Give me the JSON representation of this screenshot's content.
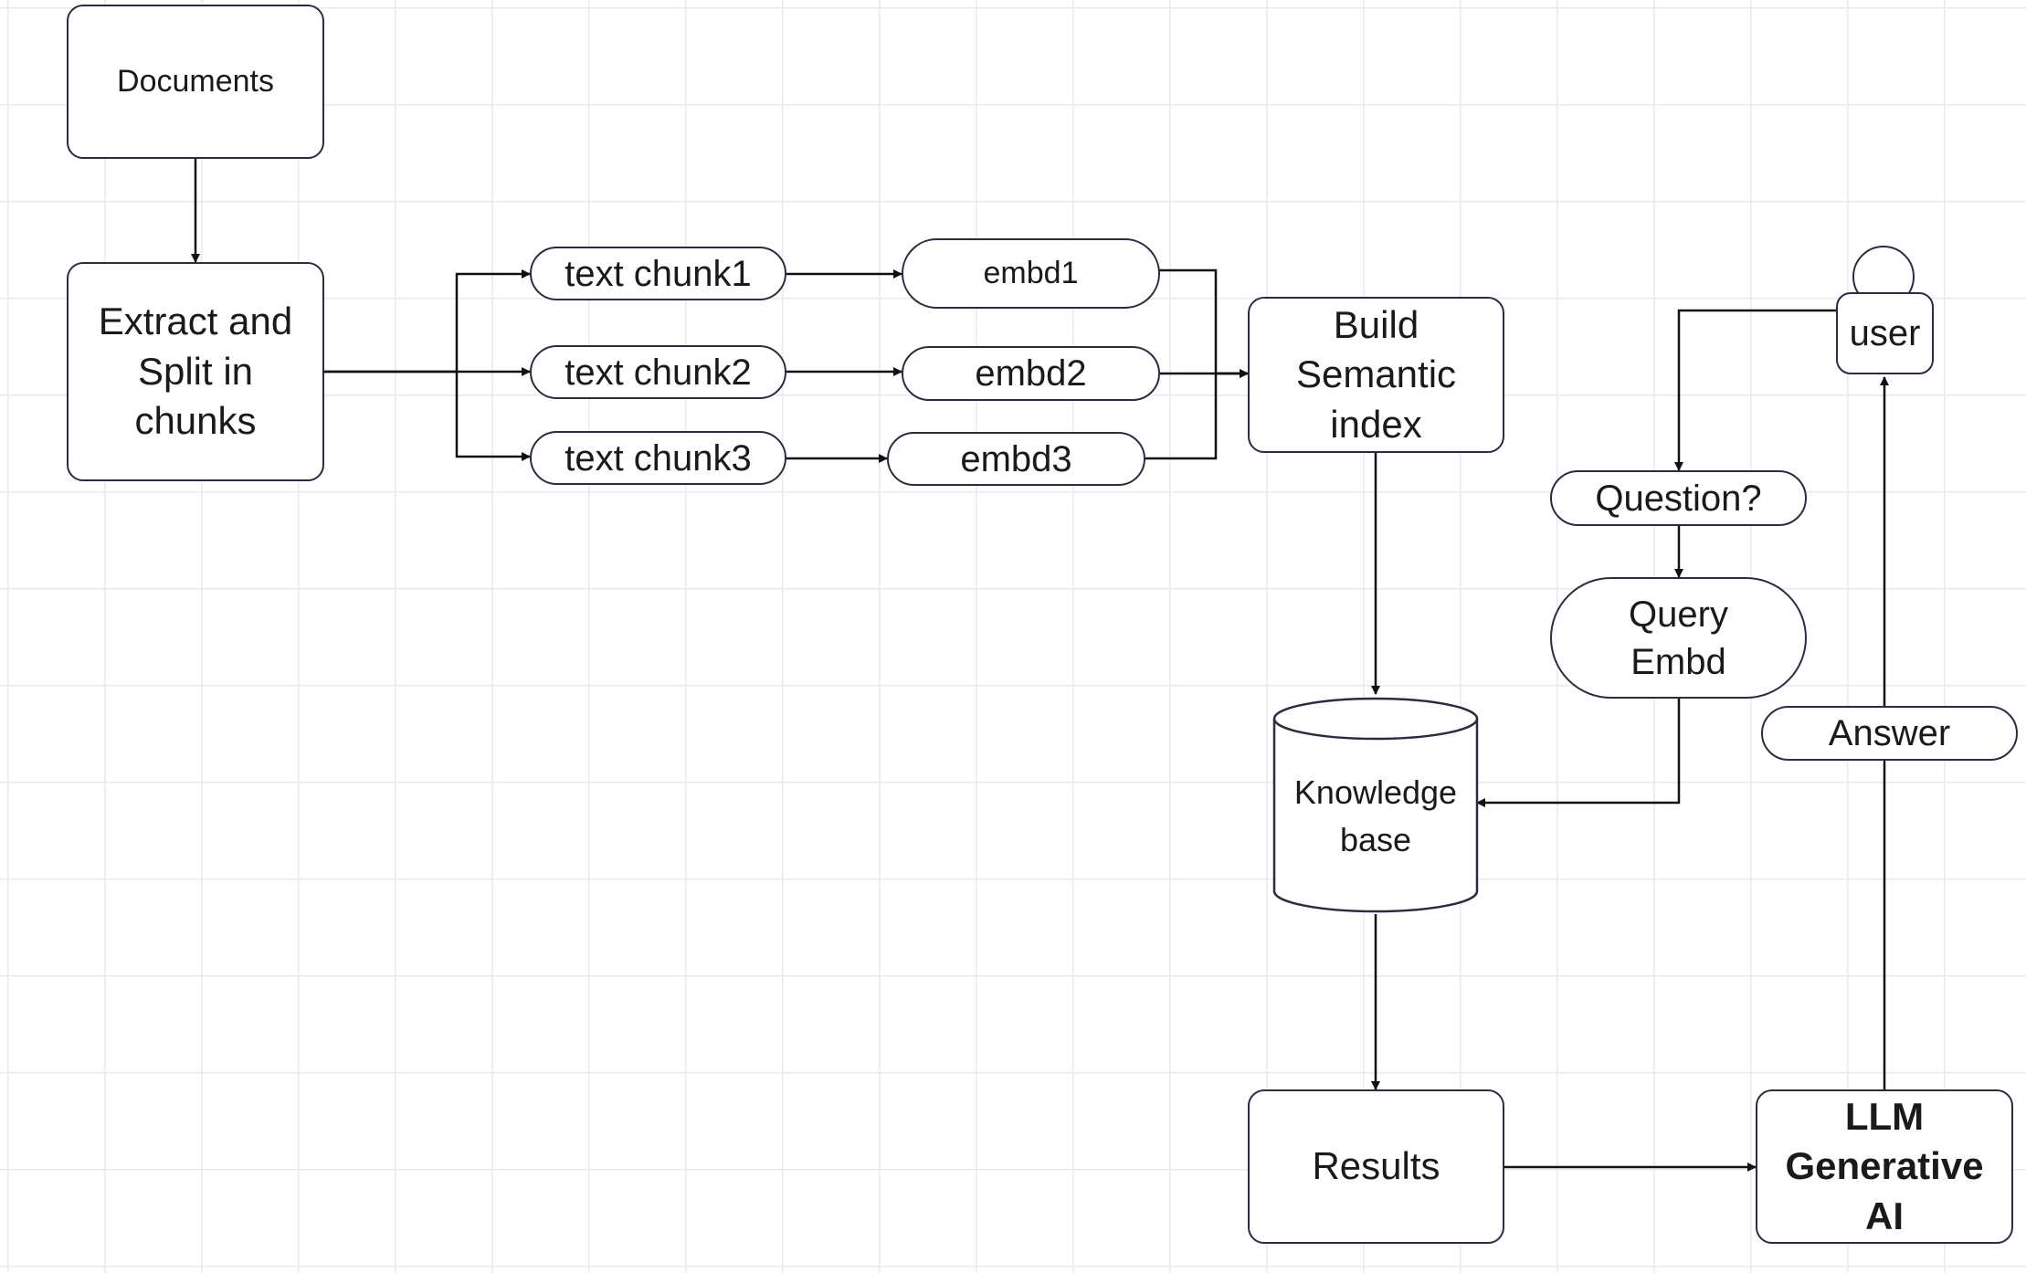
{
  "nodes": {
    "documents": "Documents",
    "extract": "Extract and\nSplit in\nchunks",
    "chunk1": "text chunk1",
    "chunk2": "text chunk2",
    "chunk3": "text chunk3",
    "embd1": "embd1",
    "embd2": "embd2",
    "embd3": "embd3",
    "semantic_index": "Build\nSemantic\nindex",
    "knowledge_base": "Knowledge\nbase",
    "results": "Results",
    "llm": "LLM\nGenerative\nAI",
    "user": "user",
    "question": "Question?",
    "query_embd": "Query\nEmbd",
    "answer": "Answer"
  },
  "colors": {
    "stroke": "#2b2b45",
    "arrow": "#111111",
    "grid": "#e9e9ec",
    "background": "#ffffff"
  }
}
